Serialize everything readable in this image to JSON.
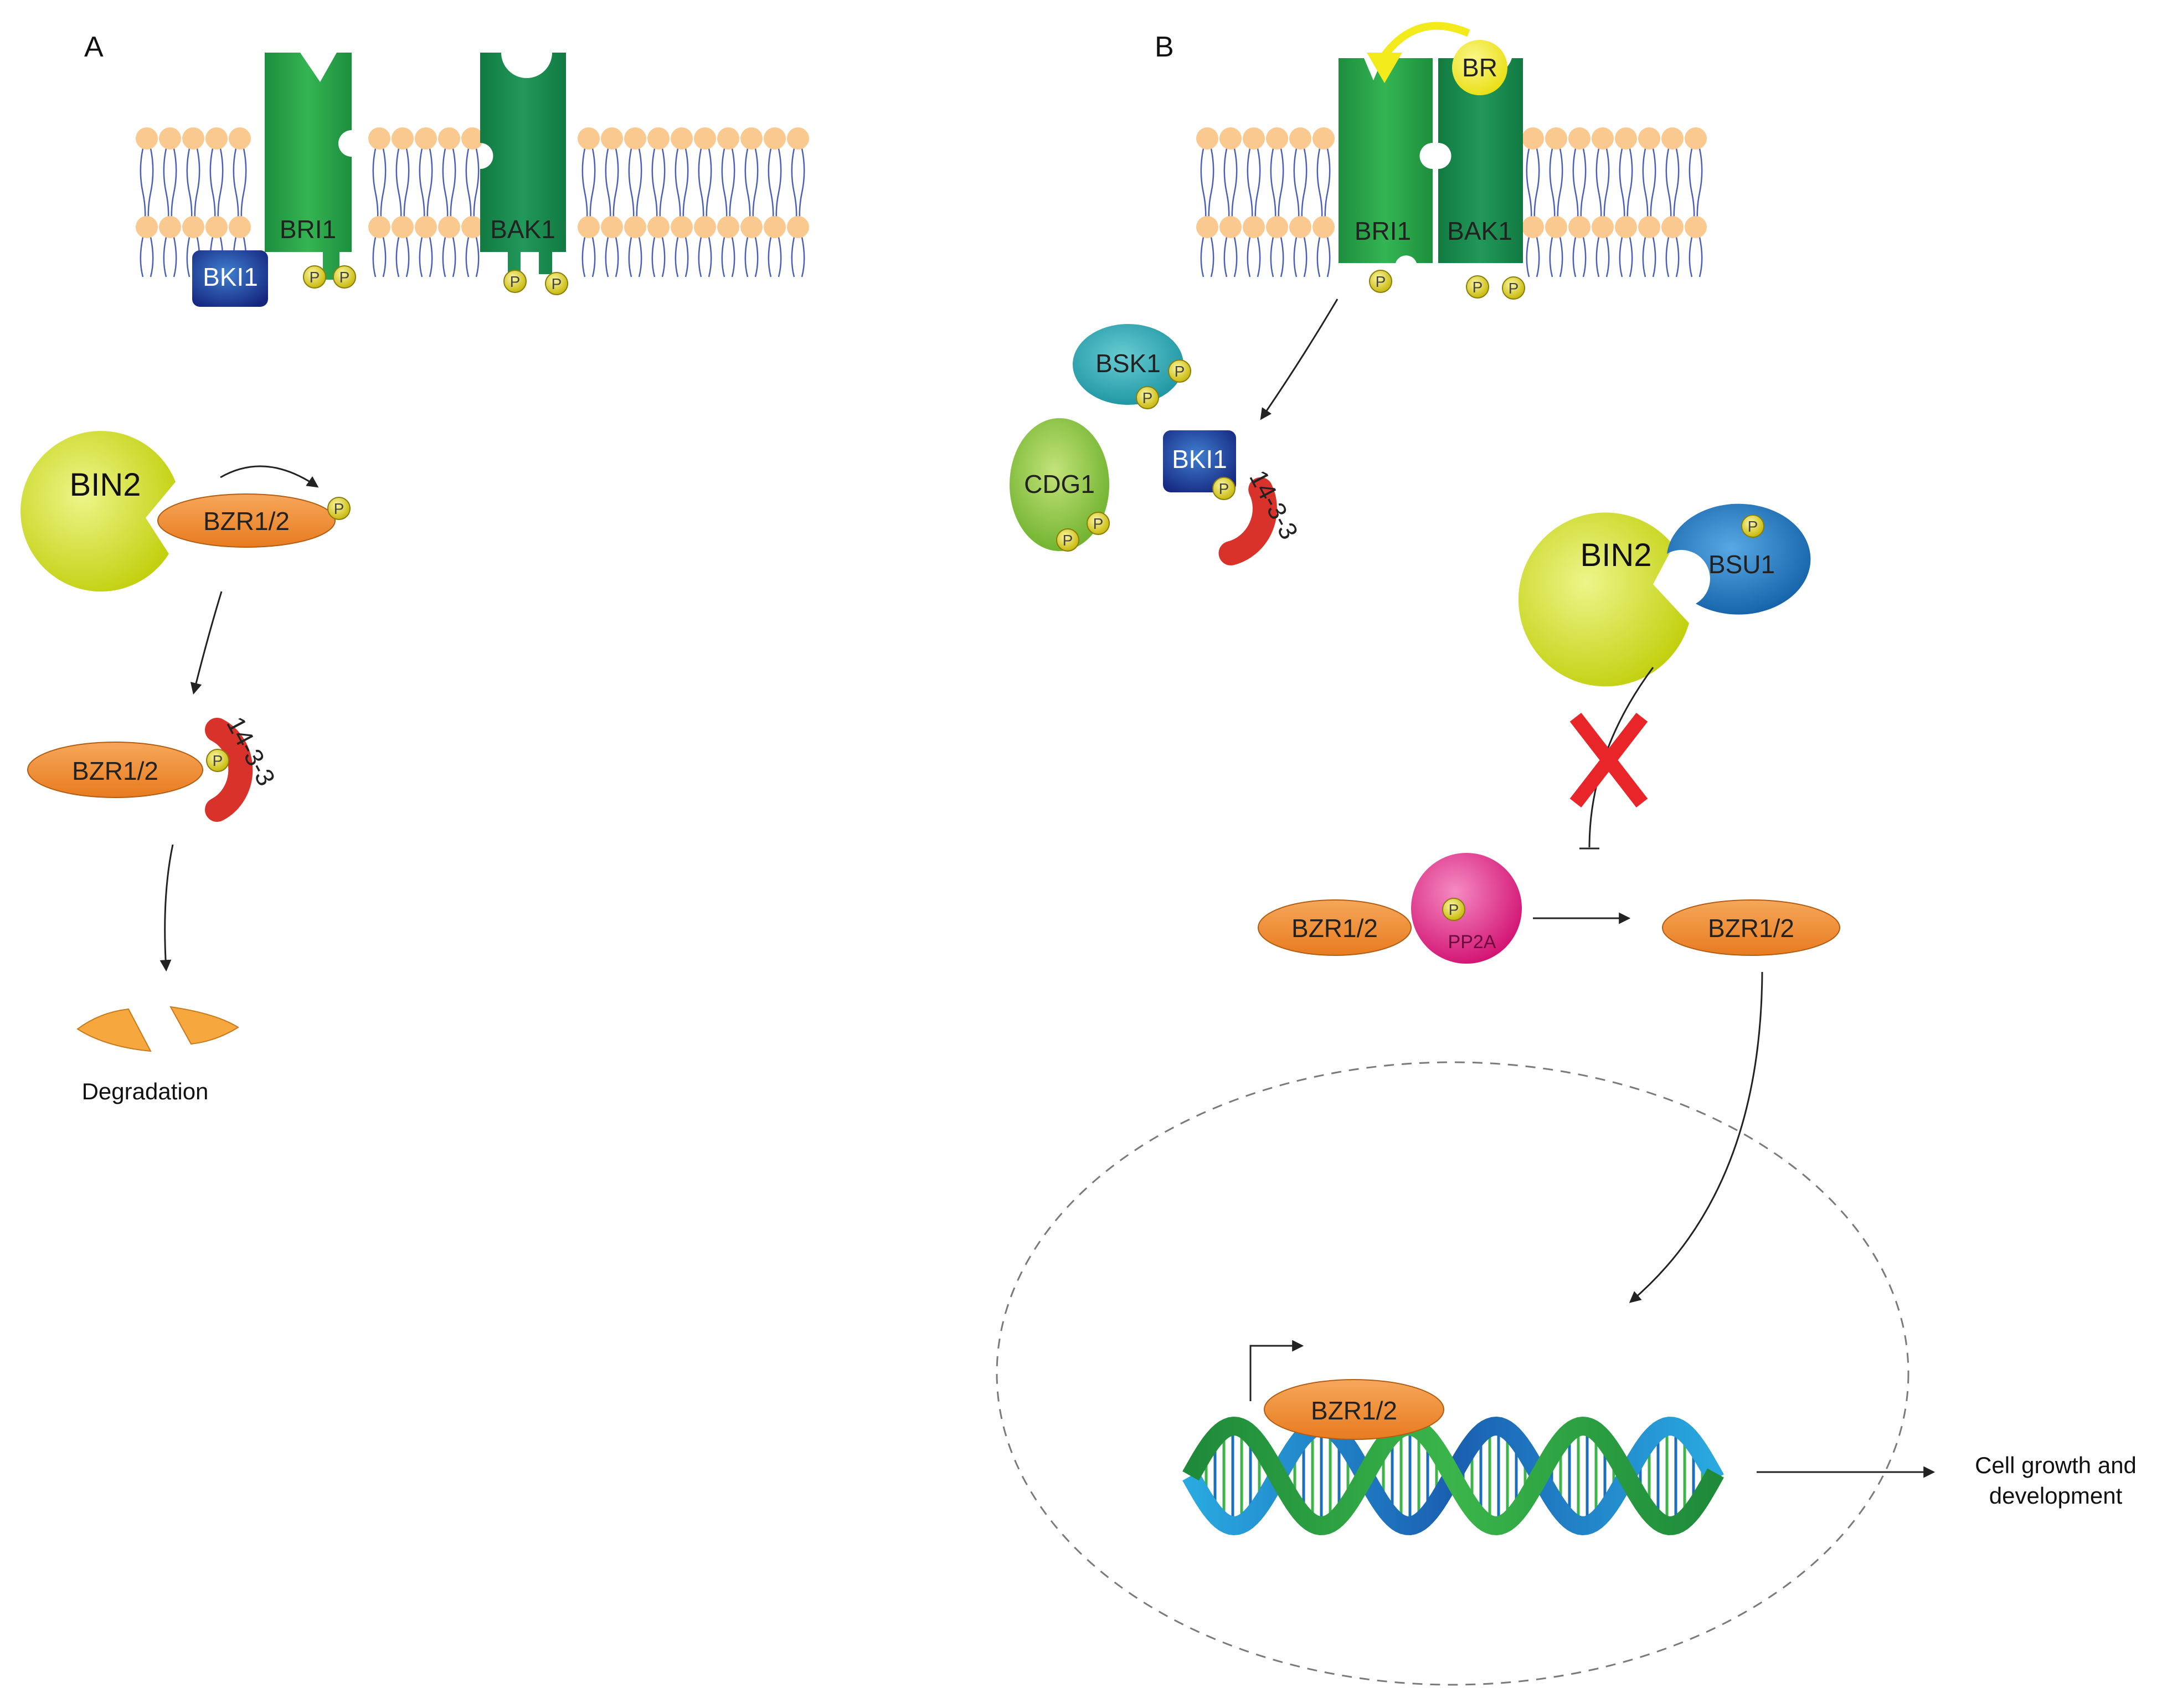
{
  "panels": {
    "a": "A",
    "b": "B"
  },
  "colors": {
    "lipid_head": "#f9c98f",
    "lipid_tail": "#4a5fb8",
    "receptor_bri1": "#23a04a",
    "receptor_bak1": "#15874a",
    "bki1": "#1f3d9e",
    "bin2": "#d4e021",
    "bzr": "#f28c30",
    "protein_1433": "#d8322a",
    "phosphate": "#e6dc1e",
    "bsk1": "#29a8b4",
    "cdg1": "#8cc63e",
    "bsu1": "#1c7cc6",
    "pp2a": "#e6157e",
    "br_ligand": "#f2ea1a",
    "block_x": "#e8262a"
  },
  "labels": {
    "bri1": "BRI1",
    "bak1": "BAK1",
    "bki1": "BKI1",
    "bin2": "BIN2",
    "bzr": "BZR1/2",
    "p": "P",
    "protein_1433": "14-3-3",
    "degradation": "Degradation",
    "br": "BR",
    "bsk1": "BSK1",
    "cdg1": "CDG1",
    "bsu1": "BSU1",
    "pp2a": "PP2A",
    "outcome_line1": "Cell growth and",
    "outcome_line2": "development"
  }
}
